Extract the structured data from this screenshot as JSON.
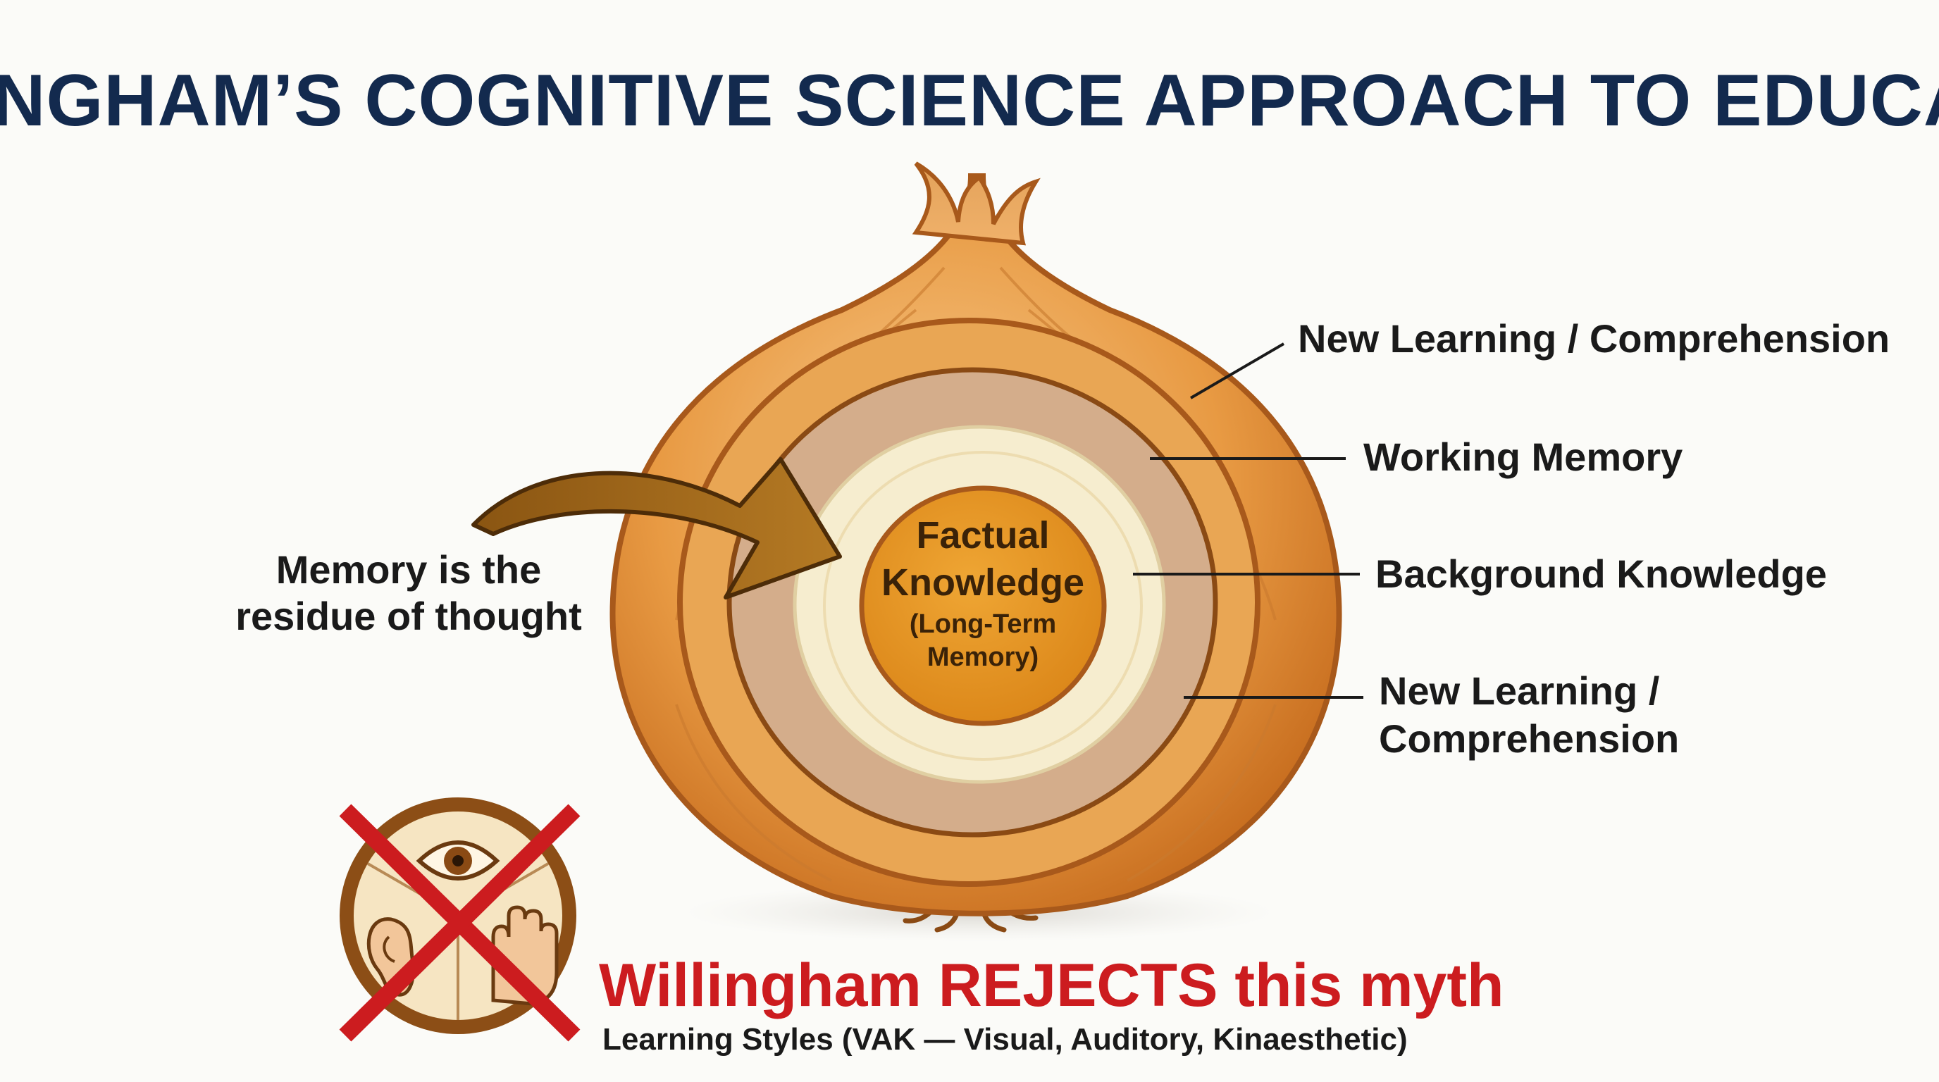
{
  "title": "WILLINGHAM’S COGNITIVE SCIENCE APPROACH TO EDUCATION",
  "onion": {
    "core_title_line1": "Factual",
    "core_title_line2": "Knowledge",
    "core_sub_line1": "(Long-Term",
    "core_sub_line2": "Memory)",
    "labels": {
      "outer_top": "New Learning / Comprehension",
      "ring2": "Working Memory",
      "ring3": "Background Knowledge",
      "outer_bottom_line1": "New Learning /",
      "outer_bottom_line2": "Comprehension"
    }
  },
  "arrow_note": {
    "line1": "Memory is the",
    "line2": "residue of thought"
  },
  "myth": {
    "headline": "Willingham REJECTS this myth",
    "subtitle": "Learning Styles (VAK — Visual, Auditory, Kinaesthetic)",
    "icons": [
      "eye-icon",
      "ear-icon",
      "hand-icon"
    ]
  },
  "colors": {
    "title": "#132a4e",
    "onion_skin": "#e39a3f",
    "ring_tan": "#d4ad8b",
    "ring_cream": "#f6edcf",
    "core": "#e0901f",
    "reject_red": "#cc1c1f"
  }
}
